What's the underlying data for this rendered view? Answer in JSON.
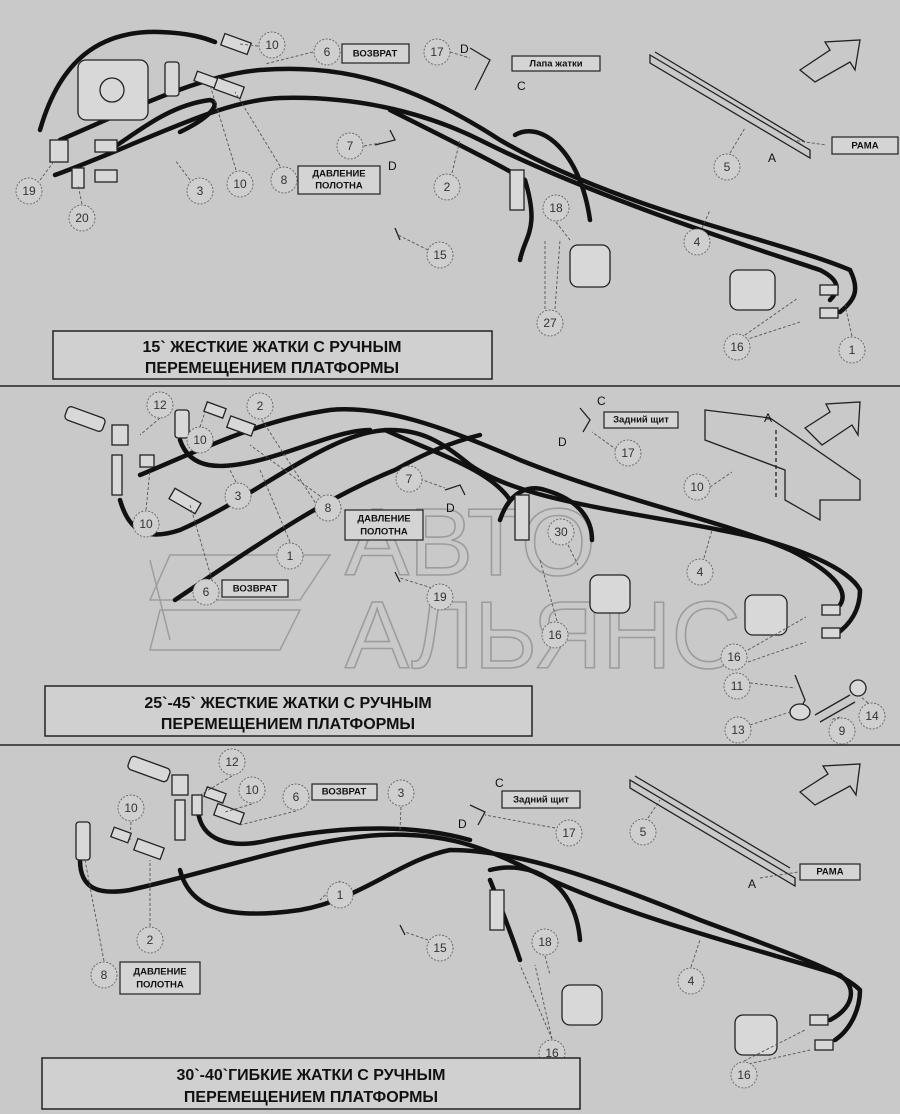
{
  "watermark": {
    "line1": "АВТО",
    "line2": "АЛЬЯНС"
  },
  "panels": [
    {
      "title": [
        "15` ЖЕСТКИЕ ЖАТКИ С РУЧНЫМ",
        "ПЕРЕМЕЩЕНИЕМ ПЛАТФОРМЫ"
      ],
      "labels": {
        "return": "ВОЗВРАТ",
        "header_lug": "Лапа жатки",
        "frame": "РАМА",
        "pressure": [
          "ДАВЛЕНИЕ",
          "ПОЛОТНА"
        ]
      },
      "letters": [
        "D",
        "C",
        "D",
        "A"
      ],
      "callouts": [
        "10",
        "6",
        "17",
        "7",
        "3",
        "10",
        "8",
        "2",
        "19",
        "20",
        "15",
        "18",
        "27",
        "4",
        "5",
        "16",
        "1"
      ]
    },
    {
      "title": [
        "25`-45` ЖЕСТКИЕ ЖАТКИ С РУЧНЫМ",
        "ПЕРЕМЕЩЕНИЕМ ПЛАТФОРМЫ"
      ],
      "labels": {
        "return": "ВОЗВРАТ",
        "rear_shield": "Задний щит",
        "pressure": [
          "ДАВЛЕНИЕ",
          "ПОЛОТНА"
        ]
      },
      "letters": [
        "C",
        "D",
        "D",
        "A"
      ],
      "callouts": [
        "12",
        "2",
        "10",
        "3",
        "10",
        "8",
        "1",
        "6",
        "7",
        "19",
        "30",
        "16",
        "4",
        "10",
        "17",
        "16",
        "11",
        "13",
        "9",
        "14"
      ]
    },
    {
      "title": [
        "30`-40`ГИБКИЕ  ЖАТКИ С РУЧНЫМ",
        "ПЕРЕМЕЩЕНИЕМ ПЛАТФОРМЫ"
      ],
      "labels": {
        "return": "ВОЗВРАТ",
        "rear_shield": "Задний щит",
        "frame": "РАМА",
        "pressure": [
          "ДАВЛЕНИЕ",
          "ПОЛОТНА"
        ]
      },
      "letters": [
        "C",
        "D",
        "A"
      ],
      "callouts": [
        "12",
        "10",
        "6",
        "3",
        "10",
        "2",
        "8",
        "1",
        "15",
        "18",
        "16",
        "4",
        "17",
        "5",
        "16"
      ]
    }
  ]
}
